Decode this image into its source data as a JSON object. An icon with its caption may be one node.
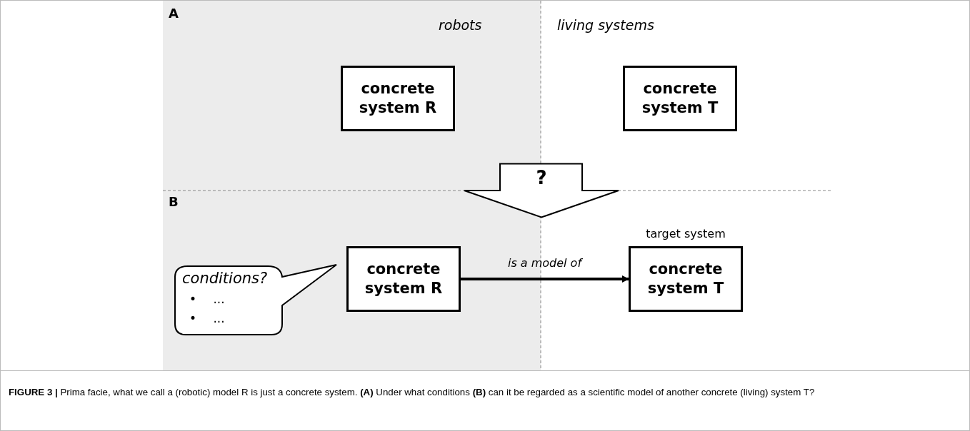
{
  "diagram": {
    "caption": "**FIGURE 3 |** Prima facie, what we call a (robotic) model R is just a concrete system. **(A)** Under what conditions **(B)** can it be regarded as a scientific model of another concrete (living) system T?",
    "nodes": [
      {
        "text": [
          "concrete system R"
        ]
      },
      {
        "text": [
          "concrete system T"
        ]
      },
      {
        "text": [
          "?"
        ]
      },
      {
        "text": [
          "conditions?",
          "• ...",
          "• ..."
        ]
      },
      {
        "text": [
          "concrete system R"
        ]
      },
      {
        "text": [
          "concrete system T"
        ],
        "beside": [
          "target system"
        ]
      }
    ],
    "edges": [
      {
        "from": 4,
        "to": 5,
        "arrow": "to",
        "label": "is a model of"
      }
    ],
    "labels": [
      "A",
      "robots",
      "living systems",
      "B"
    ]
  }
}
